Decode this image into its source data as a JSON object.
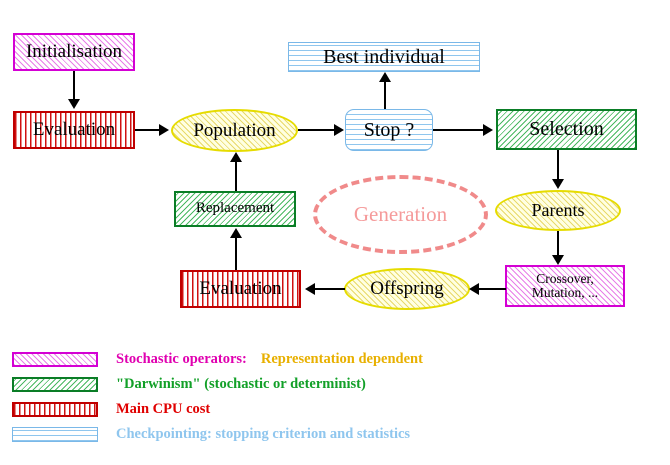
{
  "diagram": {
    "title": "Evolutionary Algorithm Cycle",
    "nodes": {
      "initialisation": "Initialisation",
      "evaluation_top": "Evaluation",
      "population": "Population",
      "best_individual": "Best individual",
      "stop": "Stop ?",
      "selection": "Selection",
      "replacement": "Replacement",
      "generation": "Generation",
      "parents": "Parents",
      "evaluation_bottom": "Evaluation",
      "offspring": "Offspring",
      "crossover": "Crossover,\nMutation, ..."
    }
  },
  "legend": {
    "rows": [
      {
        "swatch": "hatch-magenta",
        "text_primary": "Stochastic operators:",
        "text_secondary": "Representation dependent",
        "color_primary": "#e000b0",
        "color_secondary": "#e8b000"
      },
      {
        "swatch": "hatch-green",
        "text_primary": "\"Darwinism\" (stochastic or determinist)",
        "text_secondary": "",
        "color_primary": "#12a028",
        "color_secondary": ""
      },
      {
        "swatch": "hatch-red",
        "text_primary": "Main CPU cost",
        "text_secondary": "",
        "color_primary": "#e00000",
        "color_secondary": ""
      },
      {
        "swatch": "hatch-blue",
        "text_primary": "Checkpointing: stopping criterion and statistics",
        "text_secondary": "",
        "color_primary": "#8fc6ee",
        "color_secondary": ""
      }
    ]
  },
  "colors": {
    "magenta_border": "#d400d4",
    "green_border": "#0a7d26",
    "red_border": "#c00000",
    "blue_border": "#7ab8e8",
    "yellow_border": "#e6dc00",
    "generation_dash": "#f08a8a",
    "arrow": "#000000"
  }
}
